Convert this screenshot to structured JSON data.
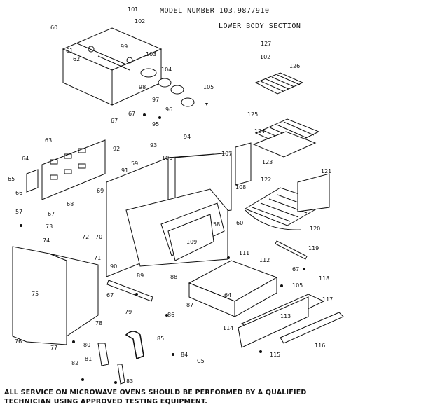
{
  "header": {
    "model_label": "MODEL  NUMBER 103.9877910",
    "section_label": "LOWER  BODY  SECTION"
  },
  "callouts": [
    "101",
    "102",
    "60",
    "99",
    "61",
    "62",
    "103",
    "104",
    "98",
    "97",
    "96",
    "105",
    "127",
    "102",
    "126",
    "125",
    "124",
    "123",
    "121",
    "122",
    "120",
    "67",
    "67",
    "95",
    "94",
    "92",
    "93",
    "63",
    "64",
    "65",
    "66",
    "59",
    "106",
    "107",
    "91",
    "108",
    "57",
    "67",
    "68",
    "69",
    "73",
    "72",
    "70",
    "58",
    "60",
    "109",
    "74",
    "71",
    "90",
    "89",
    "111",
    "112",
    "119",
    "67",
    "118",
    "75",
    "88",
    "87",
    "64",
    "105",
    "117",
    "67",
    "79",
    "86",
    "78",
    "113",
    "114",
    "116",
    "76",
    "77",
    "80",
    "85",
    "84",
    "81",
    "82",
    "83",
    "115",
    "C5"
  ],
  "footer": {
    "line1": "ALL SERVICE ON MICROWAVE OVENS SHOULD BE PERFORMED  BY A QUALIFIED",
    "line2": "TECHNICIAN USING APPROVED TESTING EQUIPMENT."
  }
}
